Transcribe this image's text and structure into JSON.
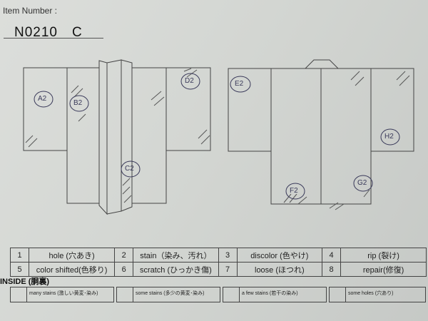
{
  "header": {
    "item_label": "Item Number :",
    "item_value": "N0210　C"
  },
  "defect_marks": {
    "front": [
      "A2",
      "B2",
      "D2",
      "C2"
    ],
    "back": [
      "E2",
      "H2",
      "G2",
      "F2"
    ]
  },
  "legend": [
    {
      "num": "1",
      "label": "hole (穴あき)"
    },
    {
      "num": "2",
      "label": "stain（染み、汚れ）"
    },
    {
      "num": "3",
      "label": "discolor (色やけ)"
    },
    {
      "num": "4",
      "label": "rip (裂け)"
    },
    {
      "num": "5",
      "label": "color shifted(色移り)"
    },
    {
      "num": "6",
      "label": "scratch (ひっかき傷)"
    },
    {
      "num": "7",
      "label": "loose (ほつれ)"
    },
    {
      "num": "8",
      "label": "repair(修復)"
    }
  ],
  "inside": {
    "title": "INSIDE (胴裏)",
    "items": [
      "many stains (激しい黄変･染み)",
      "some stains (多少の黄変･染み)",
      "a few stains (若干の染み)",
      "some holes (穴あり)"
    ]
  }
}
